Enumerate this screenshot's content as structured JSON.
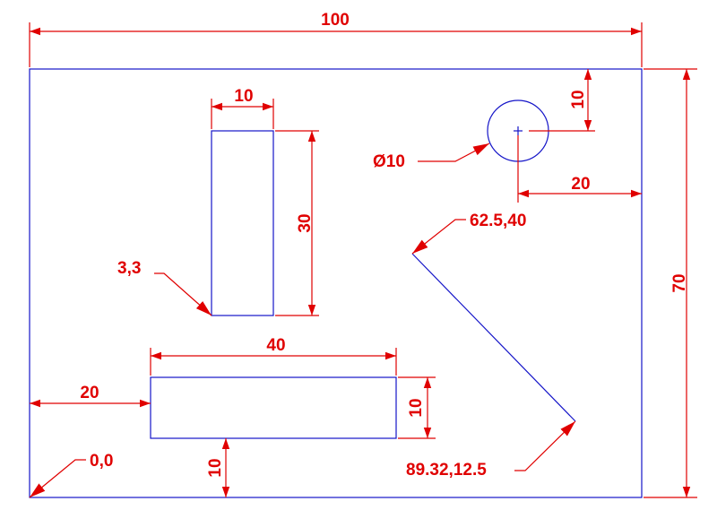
{
  "drawing": {
    "colors": {
      "geometry": "#1414c8",
      "dimension": "#e00000",
      "background": "#ffffff"
    },
    "dimensions": {
      "overall_width": "100",
      "overall_height": "70",
      "top_rect_width": "10",
      "top_rect_height": "30",
      "top_rect_corner": "3,3",
      "hole_diameter": "Ø10",
      "hole_from_top": "10",
      "hole_from_right": "20",
      "line_start": "62.5,40",
      "line_end": "89.32,12.5",
      "bottom_rect_width": "40",
      "bottom_rect_height": "10",
      "bottom_rect_from_left": "20",
      "bottom_rect_from_bottom": "10",
      "origin": "0,0"
    }
  }
}
